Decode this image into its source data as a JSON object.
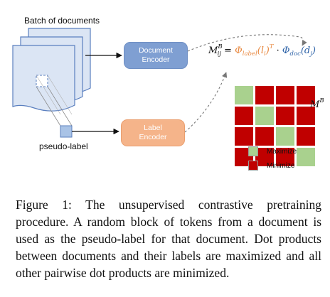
{
  "figure": {
    "batch_label": "Batch of documents",
    "pseudo_label": "pseudo-label",
    "document_encoder": {
      "line1": "Document",
      "line2": "Encoder"
    },
    "label_encoder": {
      "line1": "Label",
      "line2": "Encoder"
    },
    "formula": {
      "lhs": "M",
      "lhs_sup": "B",
      "lhs_sub": "ij",
      "equals": " = ",
      "phi_label": "Φ",
      "phi_label_sub": "label",
      "phi_label_arg": "(l",
      "phi_label_arg_sub": "i",
      "phi_label_close": ")",
      "transpose": "T",
      "dot": " · ",
      "phi_doc": "Φ",
      "phi_doc_sub": "doc",
      "phi_doc_arg": "(d",
      "phi_doc_arg_sub": "j",
      "phi_doc_close": ")"
    },
    "matrix_label": {
      "base": "M",
      "sup": "B"
    },
    "matrix": {
      "rows": 4,
      "cols": 4,
      "maximize_cells": "diagonal"
    },
    "legend": [
      {
        "label": "Maximize",
        "color": "#a9d18e"
      },
      {
        "label": "Minimize",
        "color": "#c00000"
      }
    ],
    "colors": {
      "doc_encoder": "#7f9fd2",
      "label_encoder": "#f5b48a",
      "page_fill": "#dbe5f4",
      "page_stroke": "#5a7fbf"
    }
  },
  "caption": "Figure 1: The unsupervised contrastive pretraining procedure. A random block of tokens from a document is used as the pseudo-label for that document. Dot products between documents and their labels are maximized and all other pairwise dot products are minimized."
}
